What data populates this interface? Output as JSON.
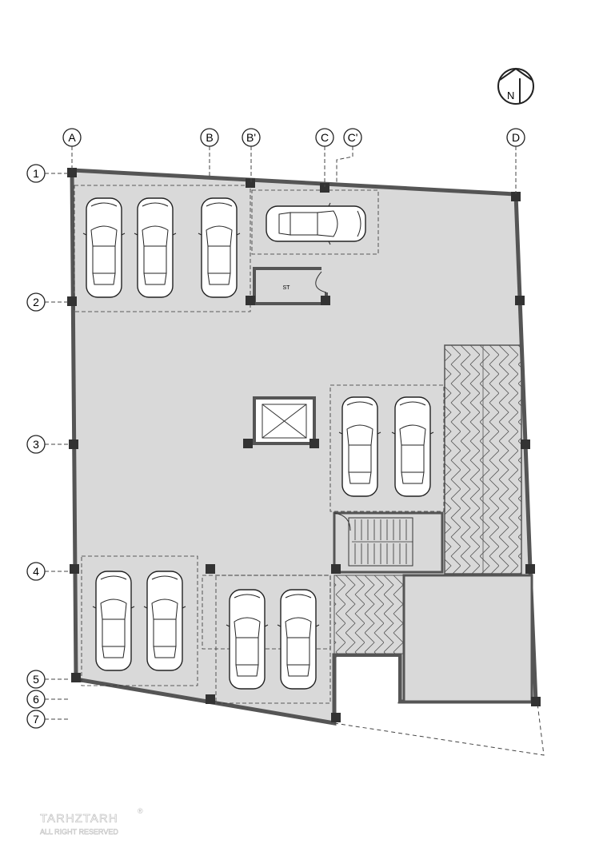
{
  "north_arrow": {
    "label": "N"
  },
  "grid": {
    "columns": [
      "A",
      "B",
      "B'",
      "C",
      "C'",
      "D"
    ],
    "rows": [
      "1",
      "2",
      "3",
      "4",
      "5",
      "6",
      "7"
    ]
  },
  "rooms": {
    "storage": "ST"
  },
  "logo": {
    "name": "TARHZTARH",
    "subtitle": "ALL RIGHT RESERVED",
    "mark": "®"
  },
  "colors": {
    "floor": "#d9d9d9",
    "wall": "#555555",
    "column": "#333333"
  }
}
